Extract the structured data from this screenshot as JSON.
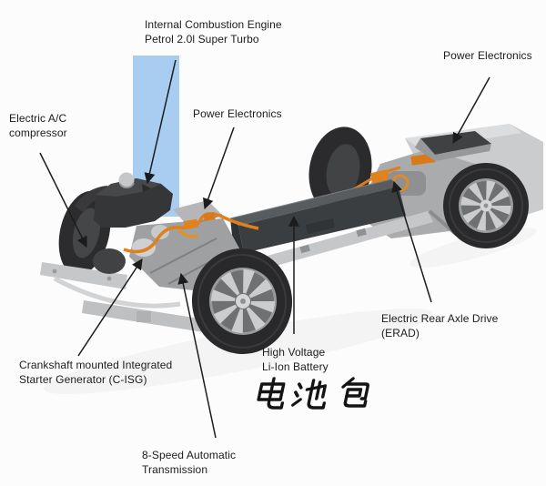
{
  "diagram": {
    "background_color": "#fcfcfd",
    "highlight_band_color": "#a9cdf1",
    "arrow_color": "#1c1c1c",
    "labels": {
      "ice": {
        "lines": [
          "Internal Combustion Engine",
          "Petrol 2.0l Super Turbo"
        ]
      },
      "power_electronics_rear": {
        "lines": [
          "Power Electronics"
        ]
      },
      "electric_ac_compressor": {
        "lines": [
          "Electric A/C",
          "compressor"
        ]
      },
      "power_electronics_front": {
        "lines": [
          "Power Electronics"
        ]
      },
      "cisg": {
        "lines": [
          "Crankshaft mounted Integrated",
          "Starter Generator (C-ISG)"
        ]
      },
      "transmission": {
        "lines": [
          "8-Speed Automatic",
          "Transmission"
        ]
      },
      "hv_battery": {
        "lines": [
          "High Voltage",
          "Li-Ion Battery"
        ]
      },
      "battery_pack_cn": {
        "text": "电池包"
      },
      "erad": {
        "lines": [
          "Electric Rear Axle Drive",
          "(ERAD)"
        ]
      }
    }
  }
}
